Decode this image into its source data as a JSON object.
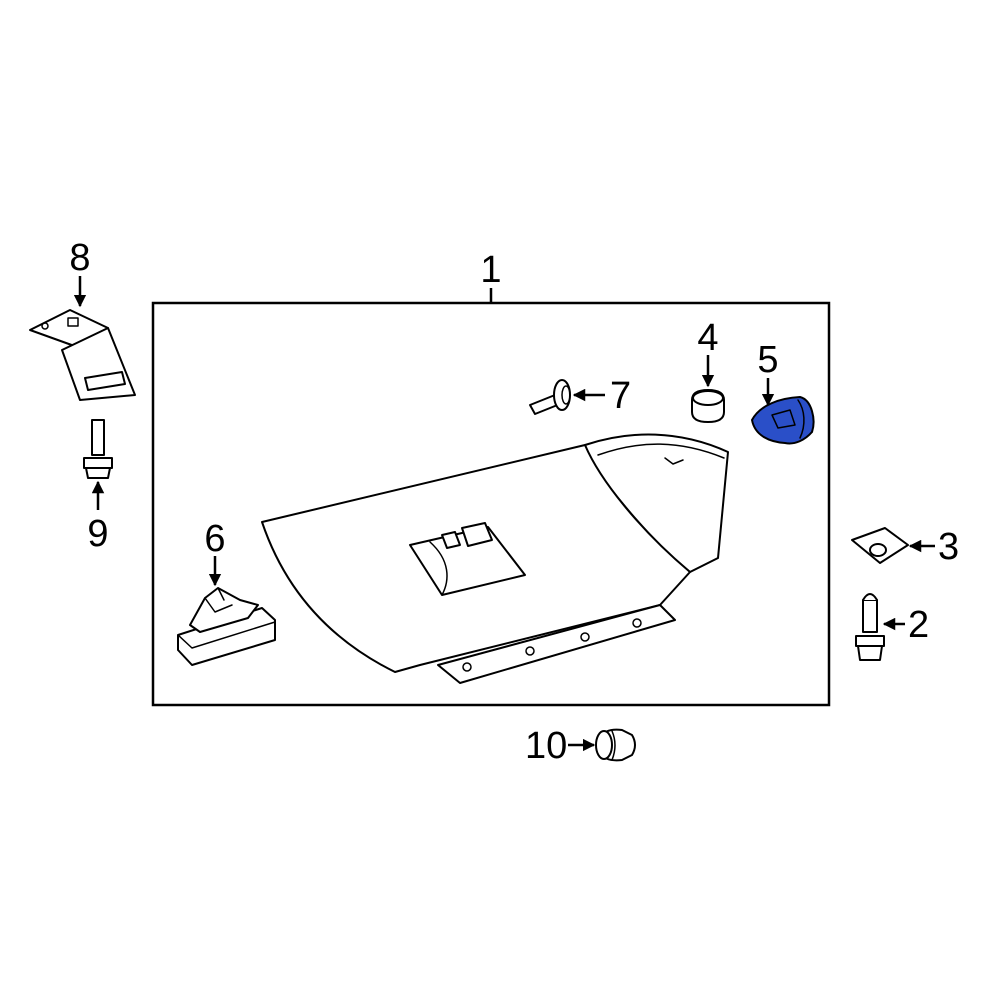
{
  "diagram": {
    "highlight_color": "#2a4fc8",
    "line_color": "#000000",
    "background": "#ffffff",
    "callouts": [
      {
        "id": "1",
        "label": "1",
        "part": "glove-box-assembly"
      },
      {
        "id": "2",
        "label": "2",
        "part": "bolt"
      },
      {
        "id": "3",
        "label": "3",
        "part": "clip-nut"
      },
      {
        "id": "4",
        "label": "4",
        "part": "bumper"
      },
      {
        "id": "5",
        "label": "5",
        "part": "stopper",
        "highlighted": true
      },
      {
        "id": "6",
        "label": "6",
        "part": "latch"
      },
      {
        "id": "7",
        "label": "7",
        "part": "pin"
      },
      {
        "id": "8",
        "label": "8",
        "part": "bracket"
      },
      {
        "id": "9",
        "label": "9",
        "part": "bolt"
      },
      {
        "id": "10",
        "label": "10",
        "part": "bumper"
      }
    ]
  }
}
